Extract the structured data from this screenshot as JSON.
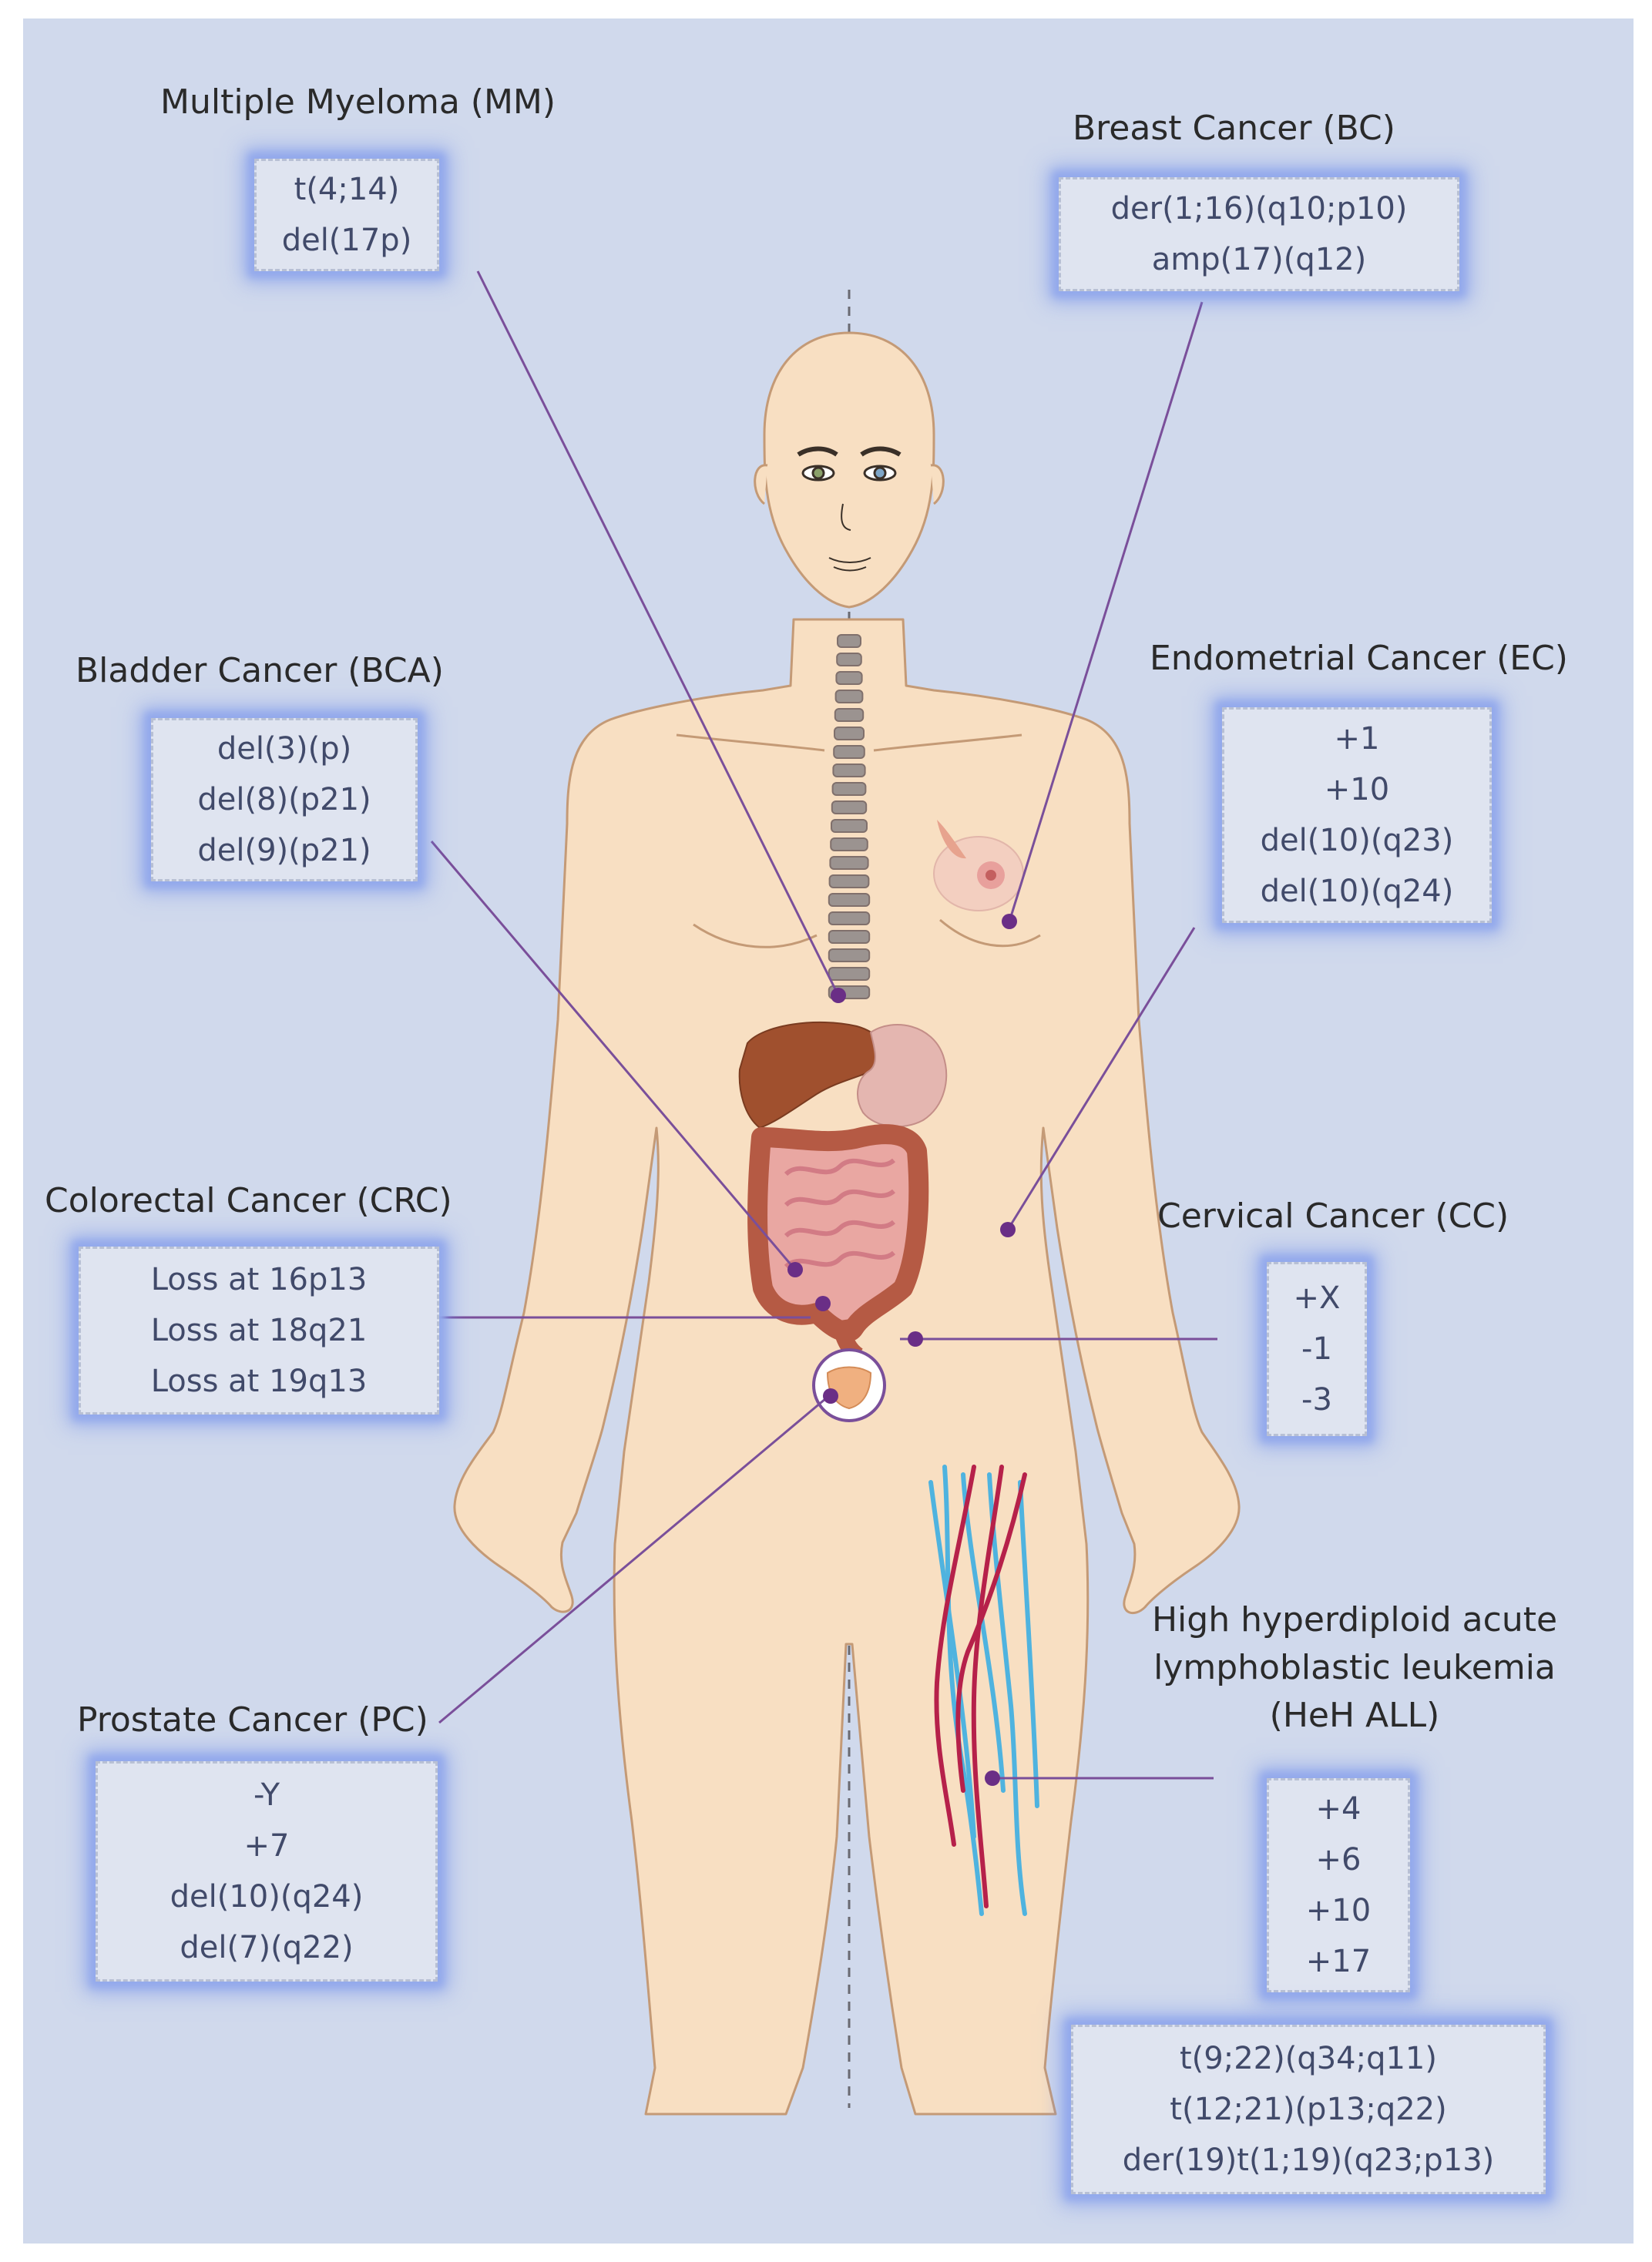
{
  "colors": {
    "panel_bg": "#d0d9ec",
    "skin": "#f8dfc2",
    "connector": "#7a4f9a",
    "box_glow": "#93a9ec",
    "vein_blue": "#4fb3df",
    "artery_red": "#b6214a"
  },
  "icons": [
    "human-body-illustration",
    "spine-icon",
    "liver-icon",
    "stomach-icon",
    "intestine-icon",
    "bladder-icon",
    "breast-icon",
    "blood-vessels-icon"
  ],
  "cancers": {
    "mm": {
      "title": "Multiple Myeloma (MM)",
      "items": [
        "t(4;14)",
        "del(17p)"
      ]
    },
    "bc": {
      "title": "Breast Cancer (BC)",
      "items": [
        "der(1;16)(q10;p10)",
        "amp(17)(q12)"
      ]
    },
    "bca": {
      "title": "Bladder Cancer (BCA)",
      "items": [
        "del(3)(p)",
        "del(8)(p21)",
        "del(9)(p21)"
      ]
    },
    "ec": {
      "title": "Endometrial Cancer (EC)",
      "items": [
        "+1",
        "+10",
        "del(10)(q23)",
        "del(10)(q24)"
      ]
    },
    "crc": {
      "title": "Colorectal Cancer (CRC)",
      "items": [
        "Loss at 16p13",
        "Loss at 18q21",
        "Loss at 19q13"
      ]
    },
    "cc": {
      "title": "Cervical Cancer (CC)",
      "items": [
        "+X",
        "-1",
        "-3"
      ]
    },
    "pc": {
      "title": "Prostate Cancer (PC)",
      "items": [
        "-Y",
        "+7",
        "del(10)(q24)",
        "del(7)(q22)"
      ]
    },
    "heh": {
      "title": "High hyperdiploid acute lymphoblastic leukemia (HeH ALL)",
      "items": [
        "+4",
        "+6",
        "+10",
        "+17"
      ],
      "translocations": [
        "t(9;22)(q34;q11)",
        "t(12;21)(p13;q22)",
        "der(19)t(1;19)(q23;p13)"
      ]
    }
  }
}
